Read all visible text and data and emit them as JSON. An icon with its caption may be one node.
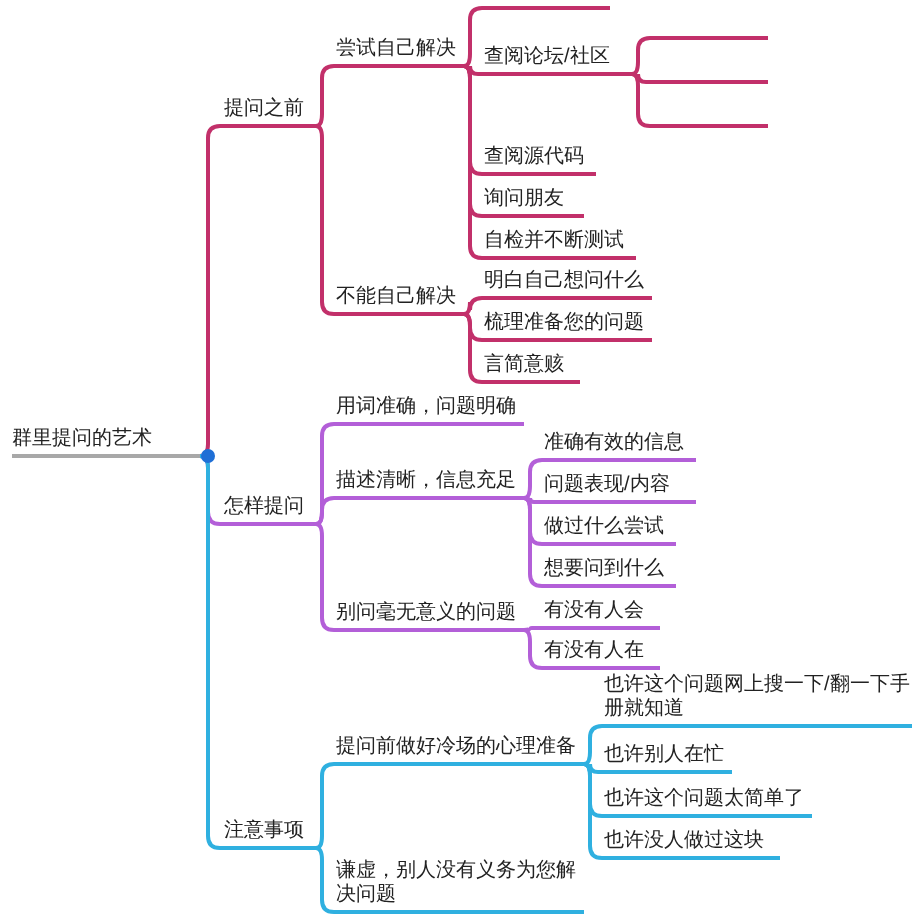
{
  "diagram": {
    "nodes": [
      {
        "text": [
          "群里提问的艺术"
        ]
      },
      {
        "text": [
          "提问之前"
        ]
      },
      {
        "text": [
          "尝试自己解决"
        ]
      },
      {
        "text": [],
        "shape": "bar"
      },
      {
        "text": [
          "查阅论坛/社区"
        ]
      },
      {
        "text": [],
        "shape": "bar"
      },
      {
        "text": [],
        "shape": "bar"
      },
      {
        "text": [],
        "shape": "bar"
      },
      {
        "text": [
          "查阅源代码"
        ]
      },
      {
        "text": [
          "询问朋友"
        ]
      },
      {
        "text": [
          "自检并不断测试"
        ]
      },
      {
        "text": [
          "不能自己解决"
        ]
      },
      {
        "text": [
          "明白自己想问什么"
        ]
      },
      {
        "text": [
          "梳理准备您的问题"
        ]
      },
      {
        "text": [
          "言简意赅"
        ]
      },
      {
        "text": [
          "怎样提问"
        ]
      },
      {
        "text": [
          "用词准确，问题明确"
        ]
      },
      {
        "text": [
          "描述清晰，信息充足"
        ]
      },
      {
        "text": [
          "准确有效的信息"
        ]
      },
      {
        "text": [
          "问题表现/内容"
        ]
      },
      {
        "text": [
          "做过什么尝试"
        ]
      },
      {
        "text": [
          "想要问到什么"
        ]
      },
      {
        "text": [
          "别问毫无意义的问题"
        ]
      },
      {
        "text": [
          "有没有人会"
        ]
      },
      {
        "text": [
          "有没有人在"
        ]
      },
      {
        "text": [
          "注意事项"
        ]
      },
      {
        "text": [
          "提问前做好冷场的心理准备"
        ]
      },
      {
        "text": [
          "也许这个问题网上搜一下/翻一下手册就知道"
        ]
      },
      {
        "text": [
          "也许别人在忙"
        ]
      },
      {
        "text": [
          "也许这个问题太简单了"
        ]
      },
      {
        "text": [
          "也许没人做过这块"
        ]
      },
      {
        "text": [
          "谦虚，别人没有义务为您解决问题"
        ]
      }
    ],
    "edges": [
      {
        "from": 0,
        "to": 1,
        "arrow": "none"
      },
      {
        "from": 1,
        "to": 2,
        "arrow": "none"
      },
      {
        "from": 2,
        "to": 3,
        "arrow": "none"
      },
      {
        "from": 2,
        "to": 4,
        "arrow": "none"
      },
      {
        "from": 4,
        "to": 5,
        "arrow": "none"
      },
      {
        "from": 4,
        "to": 6,
        "arrow": "none"
      },
      {
        "from": 4,
        "to": 7,
        "arrow": "none"
      },
      {
        "from": 2,
        "to": 8,
        "arrow": "none"
      },
      {
        "from": 2,
        "to": 9,
        "arrow": "none"
      },
      {
        "from": 2,
        "to": 10,
        "arrow": "none"
      },
      {
        "from": 1,
        "to": 11,
        "arrow": "none"
      },
      {
        "from": 11,
        "to": 12,
        "arrow": "none"
      },
      {
        "from": 11,
        "to": 13,
        "arrow": "none"
      },
      {
        "from": 11,
        "to": 14,
        "arrow": "none"
      },
      {
        "from": 0,
        "to": 15,
        "arrow": "none",
        "color": "#b35fd8"
      },
      {
        "from": 15,
        "to": 16,
        "arrow": "none",
        "color": "#b35fd8"
      },
      {
        "from": 15,
        "to": 17,
        "arrow": "none",
        "color": "#b35fd8"
      },
      {
        "from": 17,
        "to": 18,
        "arrow": "none",
        "color": "#b35fd8"
      },
      {
        "from": 17,
        "to": 19,
        "arrow": "none",
        "color": "#b35fd8"
      },
      {
        "from": 17,
        "to": 20,
        "arrow": "none",
        "color": "#b35fd8"
      },
      {
        "from": 17,
        "to": 21,
        "arrow": "none",
        "color": "#b35fd8"
      },
      {
        "from": 15,
        "to": 22,
        "arrow": "none",
        "color": "#b35fd8"
      },
      {
        "from": 22,
        "to": 23,
        "arrow": "none",
        "color": "#b35fd8"
      },
      {
        "from": 22,
        "to": 24,
        "arrow": "none",
        "color": "#b35fd8"
      },
      {
        "from": 0,
        "to": 25,
        "arrow": "none",
        "color": "#2fb0e0"
      },
      {
        "from": 25,
        "to": 26,
        "arrow": "none",
        "color": "#2fb0e0"
      },
      {
        "from": 26,
        "to": 27,
        "arrow": "none",
        "color": "#2fb0e0"
      },
      {
        "from": 26,
        "to": 28,
        "arrow": "none",
        "color": "#2fb0e0"
      },
      {
        "from": 26,
        "to": 29,
        "arrow": "none",
        "color": "#2fb0e0"
      },
      {
        "from": 26,
        "to": 30,
        "arrow": "none",
        "color": "#2fb0e0"
      },
      {
        "from": 25,
        "to": 31,
        "arrow": "none",
        "color": "#2fb0e0"
      }
    ]
  }
}
